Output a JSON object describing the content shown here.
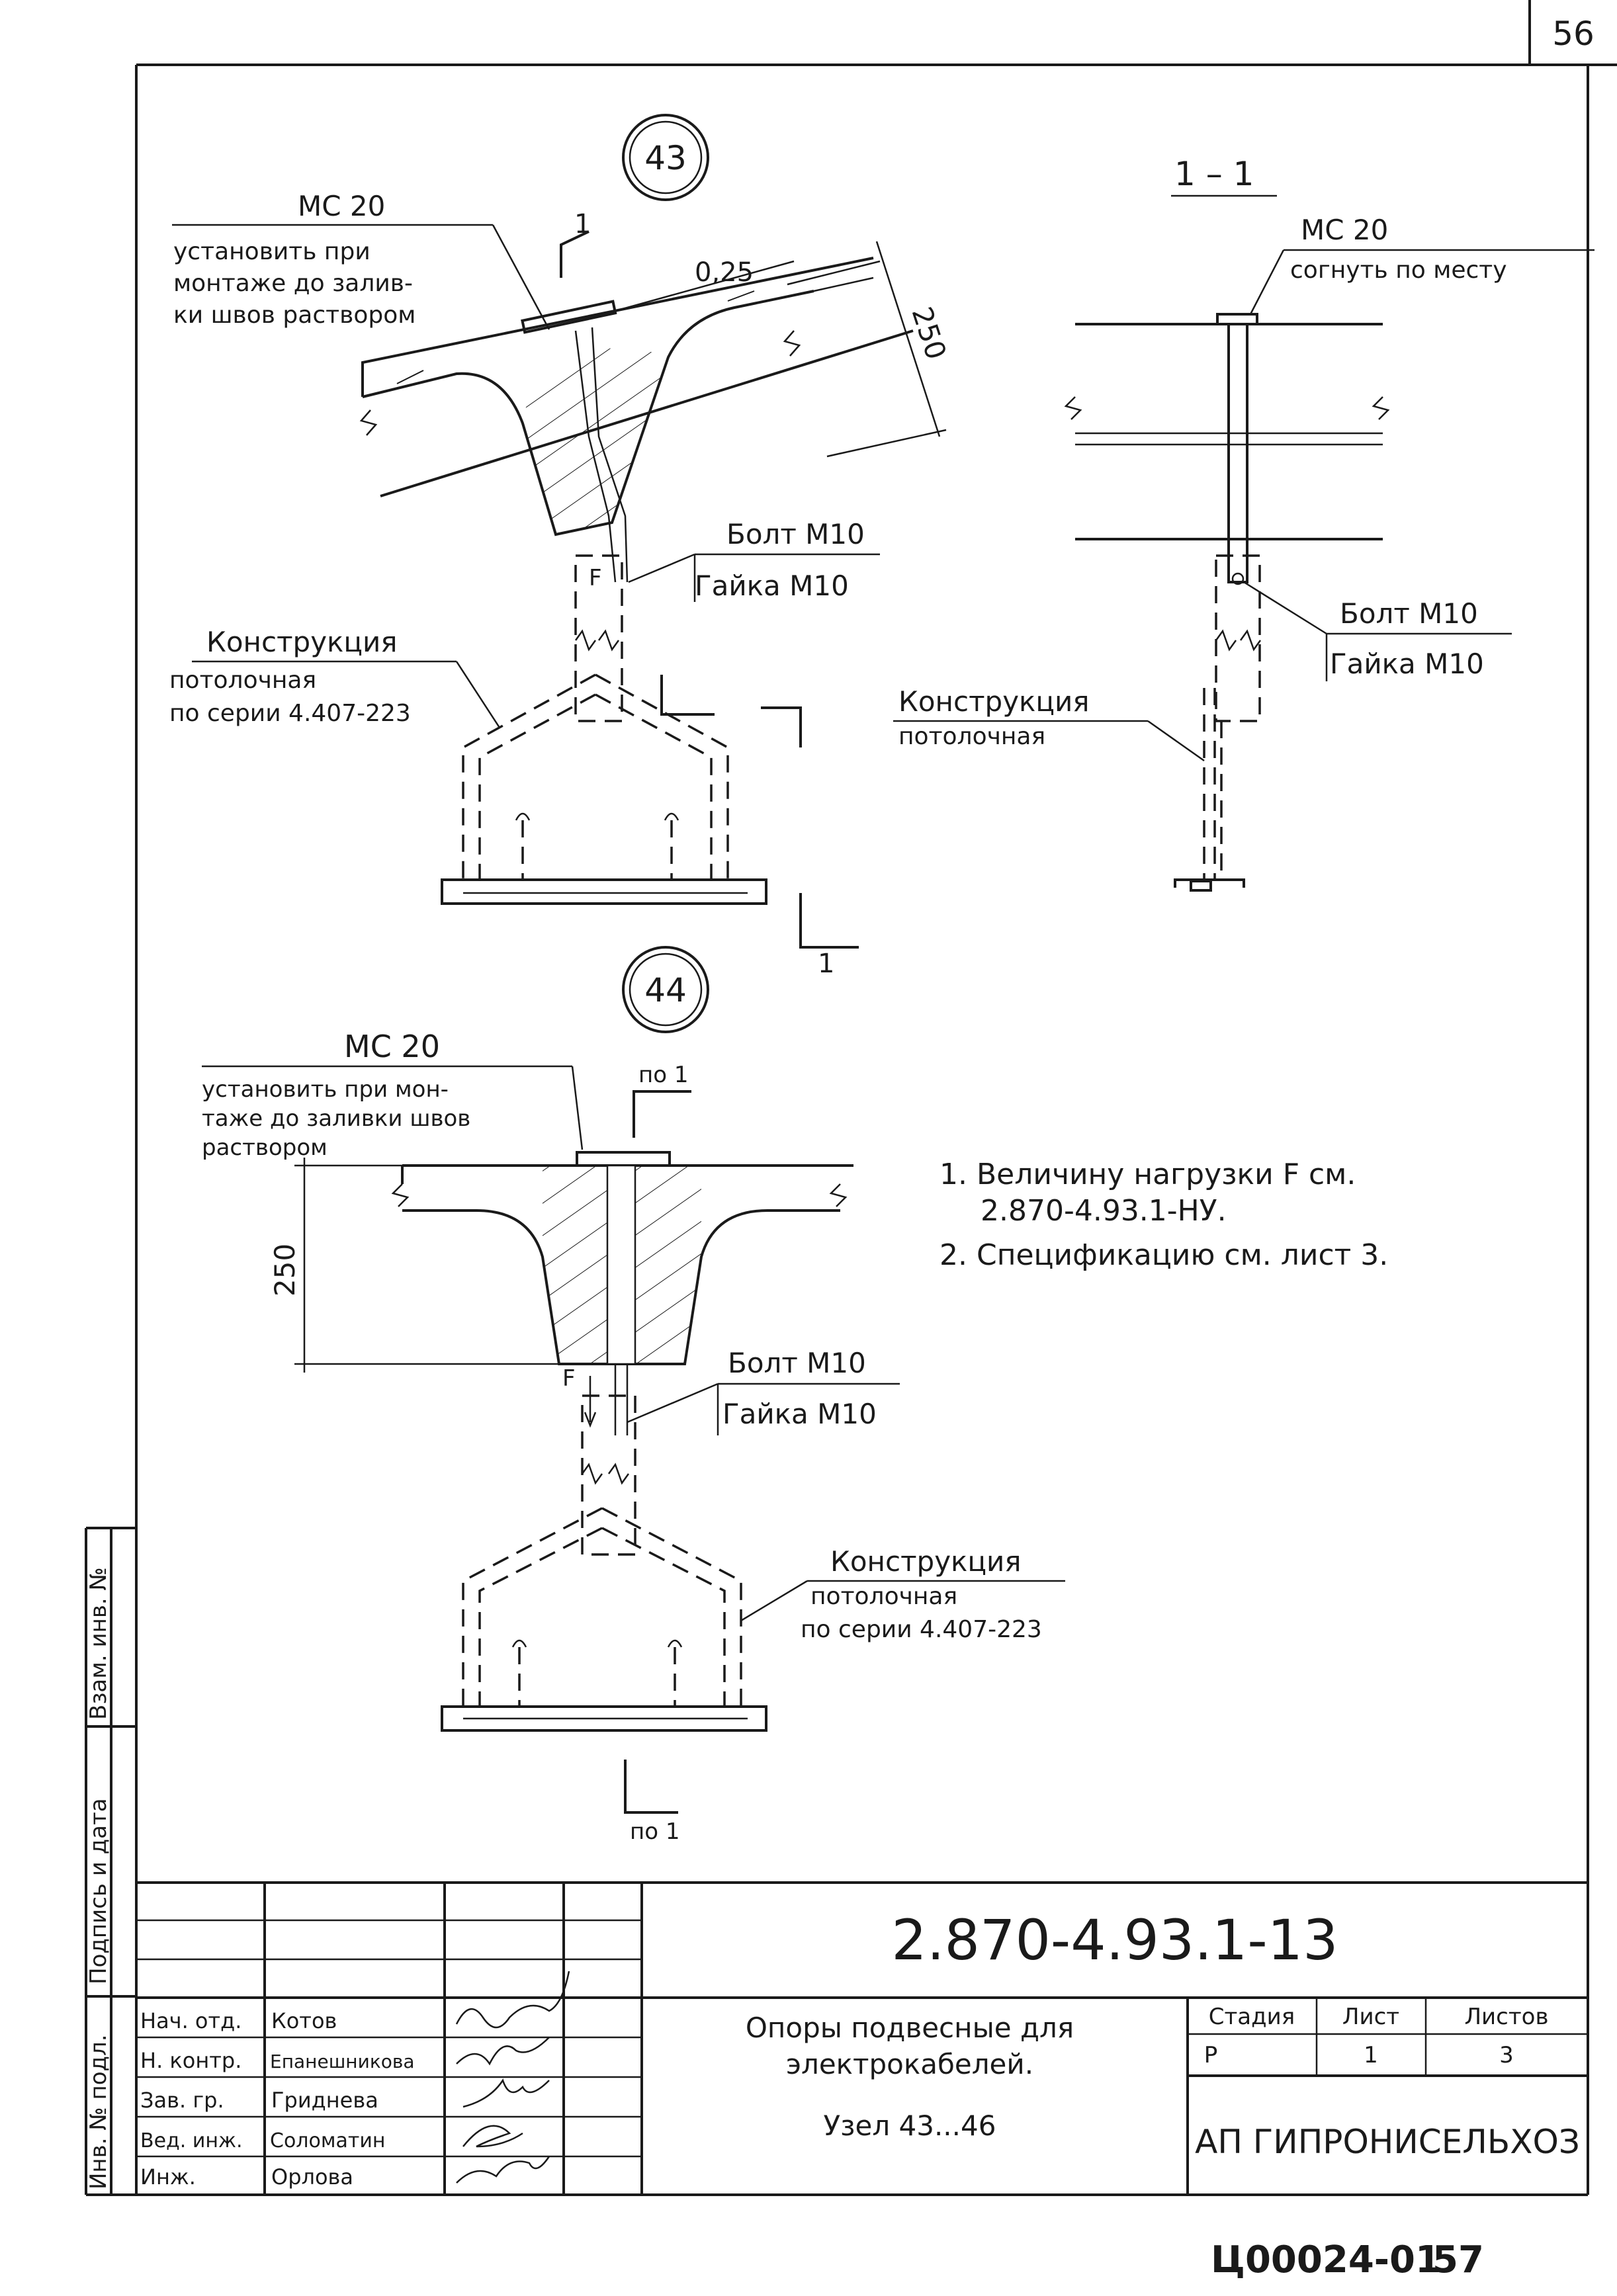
{
  "sheet_number": "56",
  "nodes": {
    "node43": {
      "number": "43",
      "plate_label": "МС 20",
      "note_lines": [
        "установить при",
        "монтаже до залив-",
        "ки швов раствором"
      ],
      "cut_mark_top": "1",
      "cut_mark_bottom": "1",
      "gap": "0,25",
      "dimension": "250",
      "load": "F",
      "bolt": "Болт М10",
      "nut": "Гайка М10",
      "construction_lines": [
        "Конструкция",
        "потолочная",
        "по серии 4.407-223"
      ]
    },
    "section11": {
      "title": "1 – 1",
      "plate_label": "МС 20",
      "note": "согнуть по месту",
      "bolt": "Болт М10",
      "nut": "Гайка М10",
      "construction_lines": [
        "Конструкция",
        "потолочная"
      ]
    },
    "node44": {
      "number": "44",
      "plate_label": "МС 20",
      "note_lines": [
        "установить при мон-",
        "таже до заливки швов",
        "раствором"
      ],
      "cut_mark_top": "по 1",
      "cut_mark_bottom": "по 1",
      "dimension": "250",
      "load": "F",
      "bolt": "Болт М10",
      "nut": "Гайка М10",
      "construction_lines": [
        "Конструкция",
        "потолочная",
        "по серии 4.407-223"
      ]
    }
  },
  "notes": [
    "1. Величину нагрузки F см.",
    "2.870-4.93.1-НУ.",
    "2. Спецификацию см. лист 3."
  ],
  "side_stamps": [
    "Взам. инв. №",
    "Подпись и дата",
    "Инв. № подл."
  ],
  "title_block": {
    "designation": "2.870-4.93.1-13",
    "staff": [
      {
        "role": "Нач. отд.",
        "name": "Котов"
      },
      {
        "role": "Н. контр.",
        "name": "Епанешникова"
      },
      {
        "role": "Зав. гр.",
        "name": "Гриднева"
      },
      {
        "role": "Вед. инж.",
        "name": "Соломатин"
      },
      {
        "role": "Инж.",
        "name": "Орлова"
      }
    ],
    "title_lines": [
      "Опоры подвесные для",
      "электрокабелей.",
      "Узел 43...46"
    ],
    "stage_header": "Стадия",
    "sheet_header": "Лист",
    "sheets_header": "Листов",
    "stage": "Р",
    "sheet": "1",
    "sheets": "3",
    "organization": "АП ГИПРОНИСЕЛЬХОЗ"
  },
  "footer": {
    "code": "Ц00024-01",
    "page": "57"
  }
}
